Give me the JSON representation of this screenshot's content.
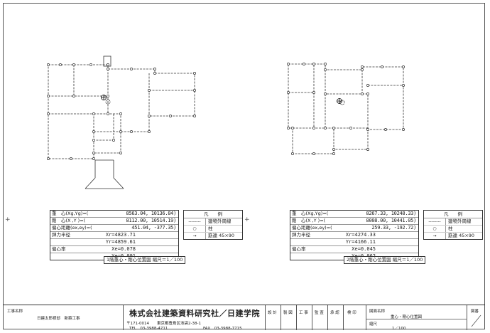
{
  "plan1": {
    "rows": {
      "g_label": "重　心(Xg,Yg)=(",
      "g_val": "8563.04,  10136.84)",
      "r_label": "剛　心(X ,Y )=(",
      "r_val": "8112.00,  10514.19)",
      "e_label": "偏心距離(ex,ey)=(",
      "e_val": "451.04,   -377.35)",
      "radius_label": "弾力半径",
      "xr_label": "Xr=",
      "xr_val": "4823.71",
      "yr_label": "Yr=",
      "yr_val": "4859.61",
      "ratio_label": "偏心率",
      "xe_label": "Xe=",
      "xe_val": "0.078",
      "ye_label": "Ye=",
      "ye_val": "0.091"
    },
    "caption": "1階重心・剛心位置図  縮尺＝1／100"
  },
  "plan2": {
    "rows": {
      "g_label": "重　心(Xg,Yg)=(",
      "g_val": "8267.33,  10248.33)",
      "r_label": "剛　心(X ,Y )=(",
      "r_val": "8008.00,  10441.05)",
      "e_label": "偏心距離(ex,ey)=(",
      "e_val": "259.33,   -192.72)",
      "radius_label": "弾力半径",
      "xr_label": "Xr=",
      "xr_val": "4274.33",
      "yr_label": "Yr=",
      "yr_val": "4166.11",
      "ratio_label": "偏心率",
      "xe_label": "Xe=",
      "xe_val": "0.045",
      "ye_label": "Ye=",
      "ye_val": "0.062"
    },
    "caption": "2階重心・剛心位置図  縮尺＝1／100"
  },
  "legend": {
    "title": "凡　　例",
    "items": [
      {
        "symbol": "--------",
        "text": "建物外周線"
      },
      {
        "symbol": "○",
        "text": "柱"
      },
      {
        "symbol": "→",
        "text": "筋違 45×90"
      }
    ]
  },
  "titleblock": {
    "project_label": "工事名称",
    "project_name": "日建太郎様邸　新築工事",
    "company": "株式会社建築資料研究社／日建学院",
    "address": "〒171-0014　　東京都豊島区池袋2-38-1",
    "tel": "TEL　03-3988-4711",
    "fax": "FAX　03-3988-7715",
    "cols": [
      "設 計",
      "製 図",
      "工 事",
      "監 査",
      "承 認",
      "検 印"
    ],
    "drawing_label": "図面名称",
    "drawing_name": "重心・剛心位置図",
    "scale_label": "縮尺",
    "scale": "1／100",
    "number_label": "図番"
  }
}
